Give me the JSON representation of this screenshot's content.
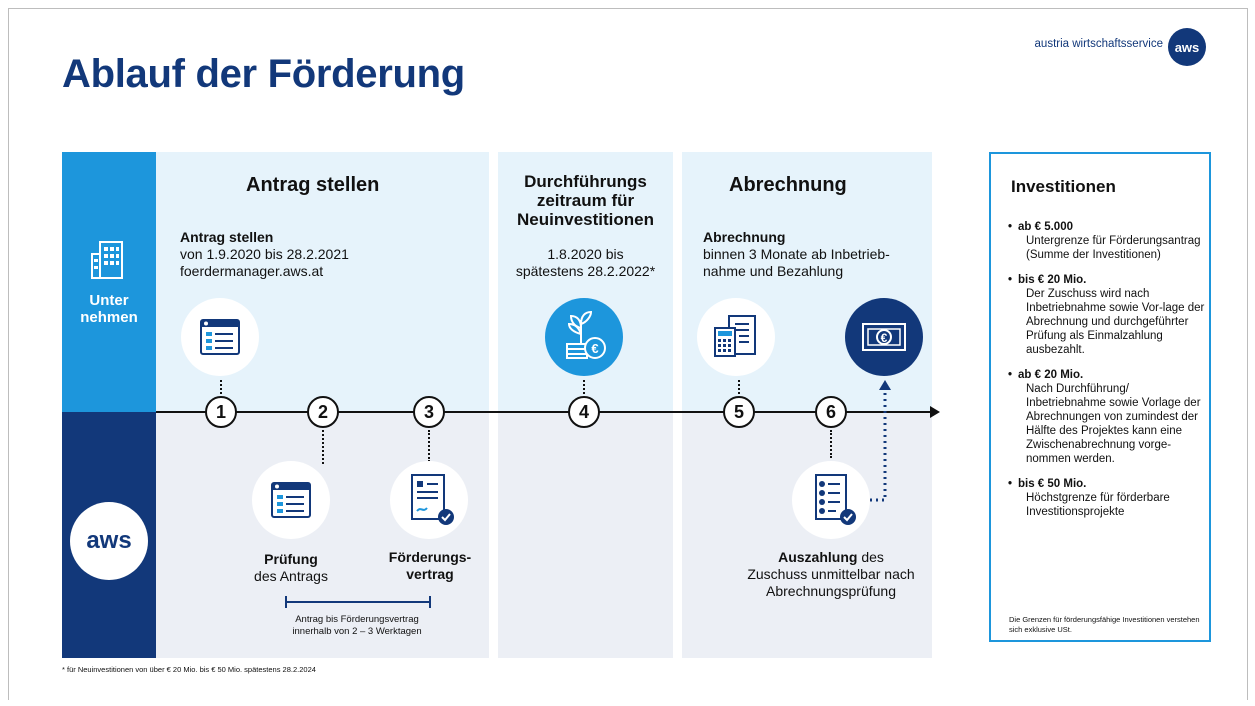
{
  "slide": {
    "title": "Ablauf der Förderung",
    "logo_text": "austria wirtschaftsservice",
    "logo_badge": "aws"
  },
  "lanes": {
    "top_label": "Unter nehmen",
    "top_label_line1": "Unter",
    "top_label_line2": "nehmen",
    "bottom_label": "aws"
  },
  "phases": {
    "antrag": {
      "header": "Antrag stellen",
      "sub_title": "Antrag stellen",
      "line1": "von 1.9.2020 bis 28.2.2021",
      "line2": "foerdermanager.aws.at"
    },
    "durchfuehrung": {
      "header_line1": "Durchführungs",
      "header_line2": "zeitraum für",
      "header_line3": "Neuinvestitionen",
      "line1": "1.8.2020 bis",
      "line2": "spätestens 28.2.2022*"
    },
    "abrechnung": {
      "header": "Abrechnung",
      "sub_title": "Abrechnung",
      "line1": "binnen 3 Monate ab Inbetrieb-",
      "line2": "nahme und Bezahlung"
    }
  },
  "steps": [
    "1",
    "2",
    "3",
    "4",
    "5",
    "6"
  ],
  "bottom_labels": {
    "pruefung_bold": "Prüfung",
    "pruefung_rest": "des Antrags",
    "vertrag_line1": "Förderungs-",
    "vertrag_line2": "vertrag",
    "auszahlung_bold": "Auszahlung",
    "auszahlung_rest1": " des",
    "auszahlung_line2": "Zuschuss unmittelbar nach",
    "auszahlung_line3": "Abrechnungsprüfung"
  },
  "range_note": {
    "line1": "Antrag bis Förderungsvertrag",
    "line2": "innerhalb von 2 – 3 Werktagen"
  },
  "footnote": "* für Neuinvestitionen von über € 20 Mio. bis € 50 Mio. spätestens 28.2.2024",
  "investitionen": {
    "title": "Investitionen",
    "items": [
      {
        "head": "ab € 5.000",
        "body": "Untergrenze für Förderungsantrag (Summe der Investitionen)"
      },
      {
        "head": "bis € 20 Mio.",
        "body": "Der Zuschuss wird nach Inbetriebnahme sowie Vor-lage der Abrechnung und durchgeführter Prüfung als Einmalzahlung ausbezahlt."
      },
      {
        "head": "ab € 20 Mio.",
        "body": "Nach Durchführung/ Inbetriebnahme sowie Vorlage der Abrechnungen von zumindest der Hälfte des Projektes kann eine Zwischenabrechnung vorge-nommen werden."
      },
      {
        "head": "bis € 50 Mio.",
        "body": "Höchstgrenze für förderbare Investitionsprojekte"
      }
    ],
    "note": "Die Grenzen für förderungsfähige Investitionen verstehen sich exklusive USt."
  },
  "colors": {
    "navy": "#12387a",
    "blue": "#1d96dc",
    "light_blue_bg": "#e6f3fb",
    "light_grey_bg": "#eceff5"
  },
  "icons": [
    "building-icon",
    "form-icon",
    "plant-coin-icon",
    "calculator-document-icon",
    "banknote-icon",
    "checked-document-icon",
    "contract-icon"
  ]
}
